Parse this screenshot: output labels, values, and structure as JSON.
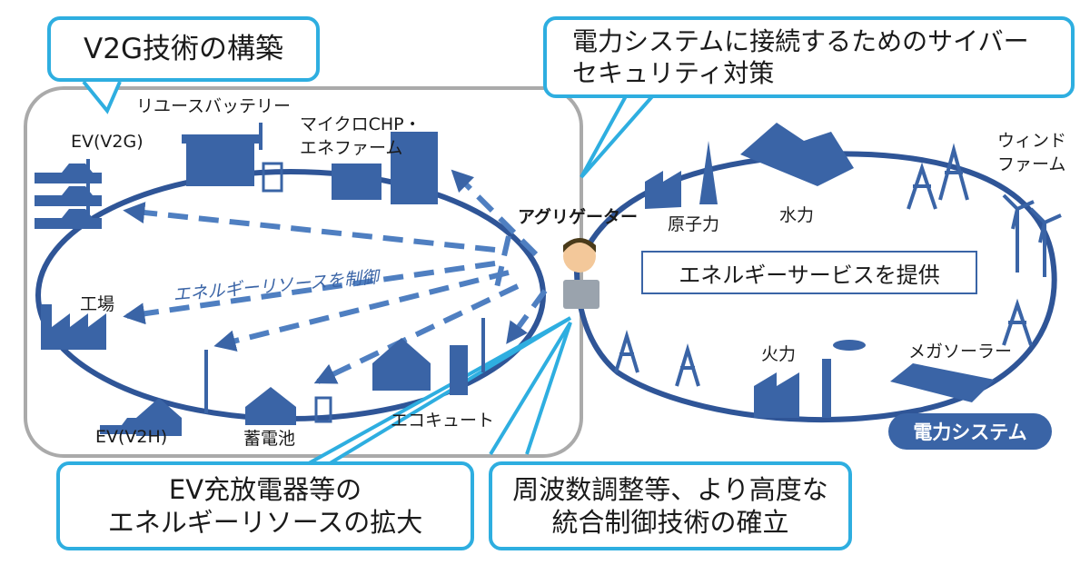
{
  "callouts": {
    "v2g": "V2G技術の構築",
    "cyber_line1": "電力システムに接続するためのサイバー",
    "cyber_line2": "セキュリティ対策",
    "ev_charger_line1": "EV充放電器等の",
    "ev_charger_line2": "エネルギーリソースの拡大",
    "frequency_line1": "周波数調整等、より高度な",
    "frequency_line2": "統合制御技術の確立"
  },
  "resources": {
    "reuse_battery": "リユースバッテリー",
    "ev_v2g": "EV(V2G)",
    "micro_chp_line1": "マイクロCHP・",
    "micro_chp_line2": "エネファーム",
    "factory": "工場",
    "energy_control": "エネルギーリソースを制御",
    "ev_v2h": "EV(V2H)",
    "storage_battery": "蓄電池",
    "eco_cute": "エコキュート"
  },
  "aggregator": {
    "label": "アグリゲーター",
    "service": "エネルギーサービスを提供"
  },
  "power_system": {
    "nuclear": "原子力",
    "hydro": "水力",
    "wind_line1": "ウィンド",
    "wind_line2": "ファーム",
    "thermal": "火力",
    "mega_solar": "メガソーラー",
    "badge": "電力システム"
  },
  "colors": {
    "callout_border": "#2eaee0",
    "dark_blue": "#2f5597",
    "icon_blue": "#3a64a6",
    "frame_gray": "#aaaaaa"
  }
}
